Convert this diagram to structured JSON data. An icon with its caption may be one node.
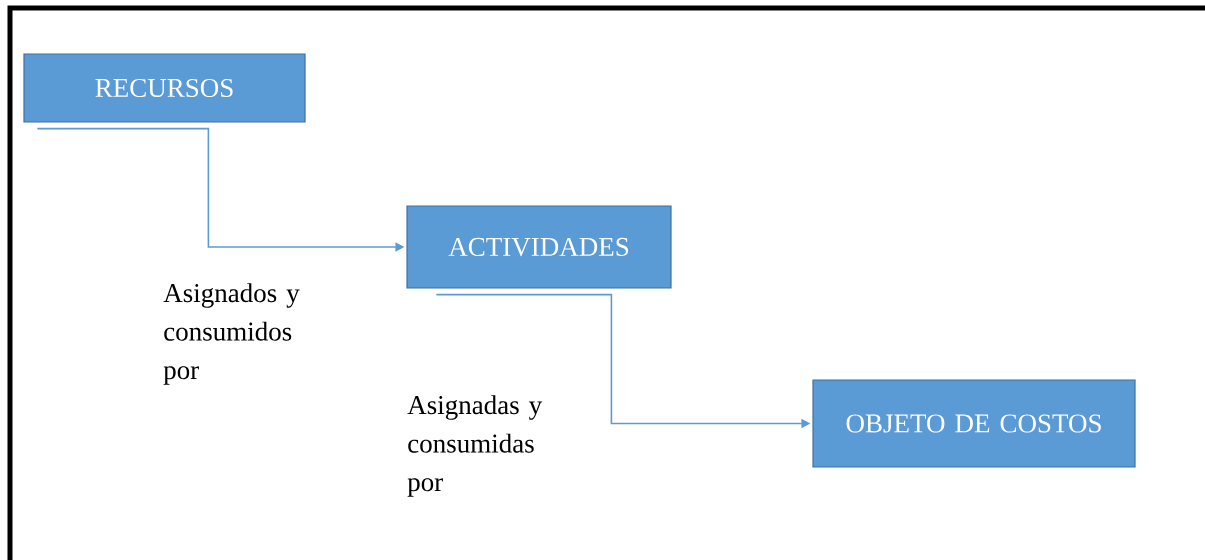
{
  "diagram": {
    "nodes": [
      {
        "text": [
          "RECURSOS"
        ]
      },
      {
        "text": [
          "ACTIVIDADES"
        ]
      },
      {
        "text": [
          "OBJETO DE COSTOS"
        ]
      }
    ],
    "edges": [
      {
        "from": 0,
        "to": 1,
        "arrow": "to"
      },
      {
        "from": 1,
        "to": 2,
        "arrow": "to"
      }
    ],
    "labels": [
      "Asignados y consumidos por",
      "Asignadas y consumidas por"
    ]
  }
}
